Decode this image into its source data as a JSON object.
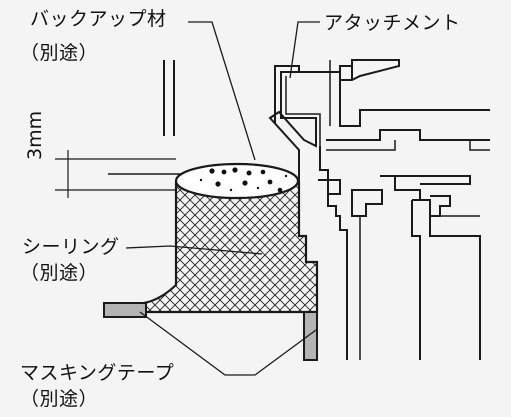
{
  "labels": {
    "backup_material": "バックアップ材",
    "backup_material_note": "（別途）",
    "attachment": "アタッチメント",
    "sealing": "シーリング",
    "sealing_note": "（別途）",
    "masking_tape": "マスキングテープ",
    "masking_tape_note": "（別途）",
    "dimension": "3mm"
  },
  "colors": {
    "background": "#f4f4f4",
    "line": "#1a1a1a",
    "masking_tape_fill": "#b4b4b4",
    "backup_fill": "#ffffff"
  }
}
